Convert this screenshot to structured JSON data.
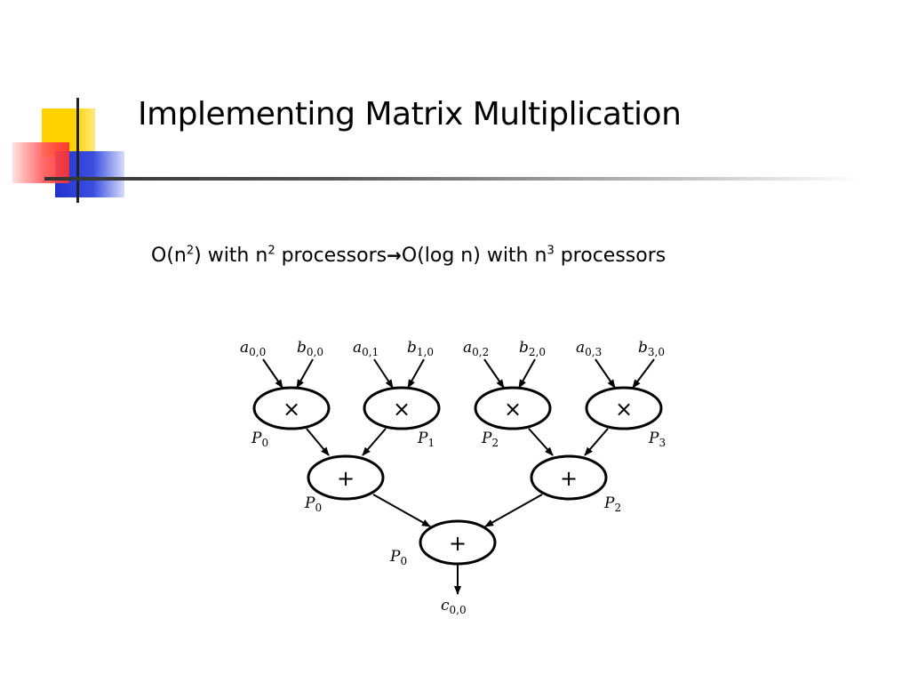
{
  "title": "Implementing Matrix Multiplication",
  "subtitle": {
    "part1": "O(n",
    "sup1": "2",
    "part2": ") with n",
    "sup2": "2",
    "part3": " processors",
    "arrow": "→",
    "part4": "O(log n) with n",
    "sup3": "3",
    "part5": " processors"
  },
  "diagram": {
    "inputs": [
      {
        "base": "a",
        "sub": "0,0"
      },
      {
        "base": "b",
        "sub": "0,0"
      },
      {
        "base": "a",
        "sub": "0,1"
      },
      {
        "base": "b",
        "sub": "1,0"
      },
      {
        "base": "a",
        "sub": "0,2"
      },
      {
        "base": "b",
        "sub": "2,0"
      },
      {
        "base": "a",
        "sub": "0,3"
      },
      {
        "base": "b",
        "sub": "3,0"
      }
    ],
    "multiply_symbol": "×",
    "add_symbol": "+",
    "processor_labels": [
      {
        "base": "P",
        "sub": "0"
      },
      {
        "base": "P",
        "sub": "1"
      },
      {
        "base": "P",
        "sub": "2"
      },
      {
        "base": "P",
        "sub": "3"
      },
      {
        "base": "P",
        "sub": "0"
      },
      {
        "base": "P",
        "sub": "2"
      },
      {
        "base": "P",
        "sub": "0"
      }
    ],
    "output": {
      "base": "c",
      "sub": "0,0"
    }
  },
  "colors": {
    "deco_yellow": "#ffd200",
    "deco_blue": "#2a3fd8",
    "deco_red": "#ff3b3b"
  }
}
